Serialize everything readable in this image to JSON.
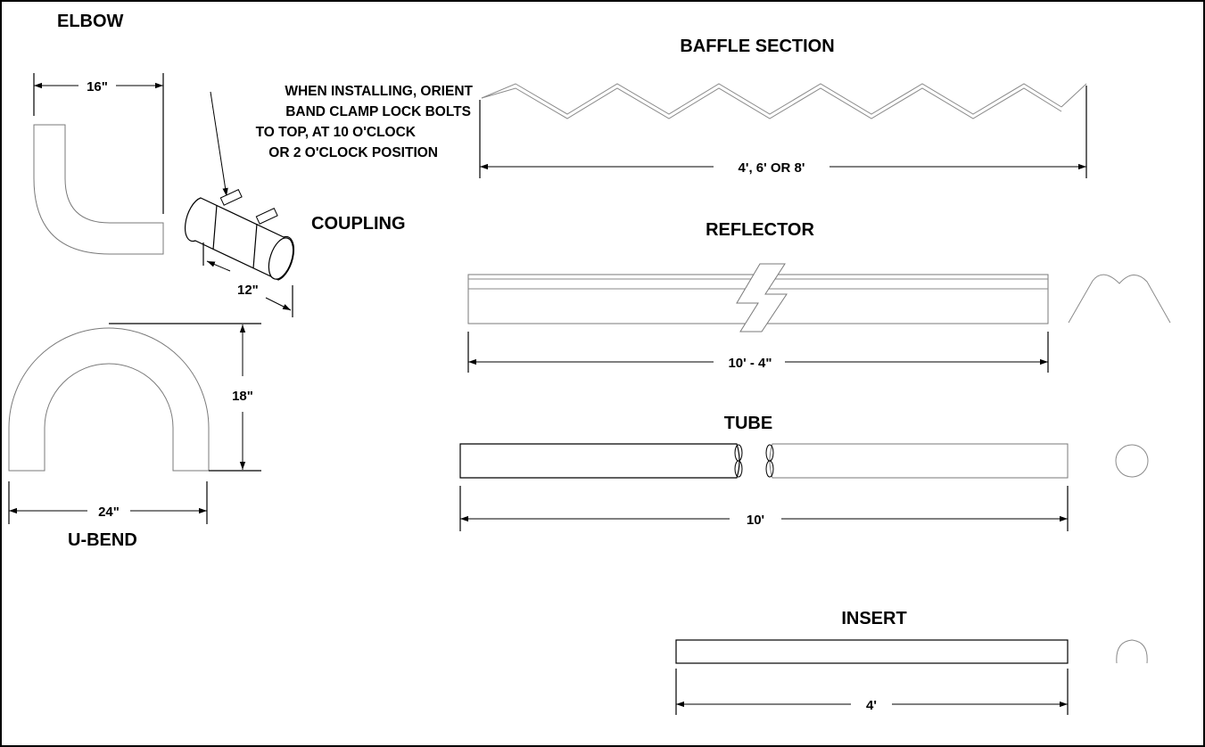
{
  "titles": {
    "elbow": "ELBOW",
    "coupling": "COUPLING",
    "u_bend": "U-BEND",
    "baffle": "BAFFLE SECTION",
    "reflector": "REFLECTOR",
    "tube": "TUBE",
    "insert": "INSERT"
  },
  "note": {
    "line1": "WHEN INSTALLING, ORIENT",
    "line2": "BAND CLAMP LOCK BOLTS",
    "line3": "TO TOP, AT 10 O'CLOCK",
    "line4": "OR 2 O'CLOCK POSITION"
  },
  "dimensions": {
    "elbow_width": "16\"",
    "coupling_length": "12\"",
    "u_bend_height": "18\"",
    "u_bend_width": "24\"",
    "baffle_length": "4', 6' OR 8'",
    "reflector_length": "10' - 4\"",
    "tube_length": "10'",
    "insert_length": "4'"
  }
}
